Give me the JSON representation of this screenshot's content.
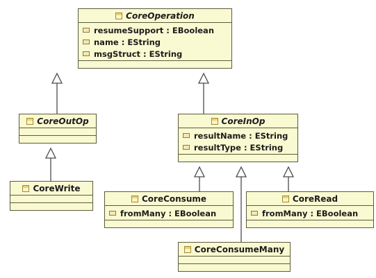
{
  "diagram": {
    "classes": [
      {
        "id": "CoreOperation",
        "name": "CoreOperation",
        "abstract": true,
        "icon": "eclass-icon",
        "attributes": [
          "resumeSupport : EBoolean",
          "name : EString",
          "msgStruct : EString"
        ]
      },
      {
        "id": "CoreOutOp",
        "name": "CoreOutOp",
        "abstract": true,
        "icon": "eclass-icon",
        "attributes": []
      },
      {
        "id": "CoreInOp",
        "name": "CoreInOp",
        "abstract": true,
        "icon": "eclass-icon",
        "attributes": [
          "resultName : EString",
          "resultType : EString"
        ]
      },
      {
        "id": "CoreWrite",
        "name": "CoreWrite",
        "abstract": false,
        "icon": "eclass-icon",
        "attributes": []
      },
      {
        "id": "CoreConsume",
        "name": "CoreConsume",
        "abstract": false,
        "icon": "eclass-icon",
        "attributes": [
          "fromMany : EBoolean"
        ]
      },
      {
        "id": "CoreRead",
        "name": "CoreRead",
        "abstract": false,
        "icon": "eclass-icon",
        "attributes": [
          "fromMany : EBoolean"
        ]
      },
      {
        "id": "CoreConsumeMany",
        "name": "CoreConsumeMany",
        "abstract": false,
        "icon": "eclass-icon",
        "attributes": []
      }
    ],
    "generalizations": [
      {
        "from": "CoreOutOp",
        "to": "CoreOperation"
      },
      {
        "from": "CoreInOp",
        "to": "CoreOperation"
      },
      {
        "from": "CoreWrite",
        "to": "CoreOutOp"
      },
      {
        "from": "CoreConsume",
        "to": "CoreInOp"
      },
      {
        "from": "CoreConsumeMany",
        "to": "CoreInOp"
      },
      {
        "from": "CoreRead",
        "to": "CoreInOp"
      }
    ],
    "colors": {
      "class_fill": "#fafad2",
      "class_border": "#5a5a3a",
      "edge": "#4a4a4a",
      "text": "#1c1c1c"
    }
  }
}
